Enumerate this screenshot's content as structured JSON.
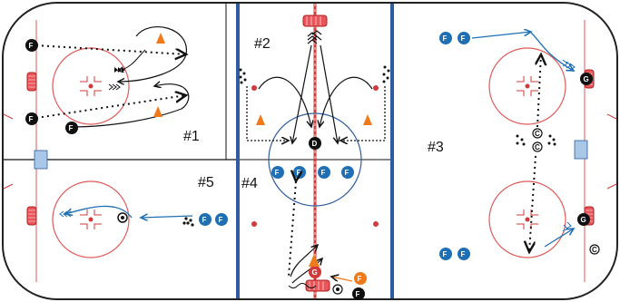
{
  "labels": {
    "drill1": "#1",
    "drill2": "#2",
    "drill3": "#3",
    "drill4": "#4",
    "drill5": "#5"
  },
  "player_letters": {
    "forward": "F",
    "defense": "D",
    "goalie": "G",
    "coach": "C"
  },
  "colors": {
    "board": "#222222",
    "red_line": "#d23a3a",
    "blue_line": "#2f5c9e",
    "forward_blue": "#1f6fb5",
    "player_black": "#111111",
    "cone_orange": "#f07a1a",
    "goalie_red": "#d23a3a",
    "net_red": "#e8565a",
    "crease_blue": "#a9c8e8"
  },
  "icons": {
    "forward": "blue-circle-F",
    "defense": "black-circle-D",
    "goalie": "black-circle-G",
    "coach": "circled-C",
    "cone": "orange-cone",
    "pucks": "puck-pile",
    "net": "net"
  }
}
